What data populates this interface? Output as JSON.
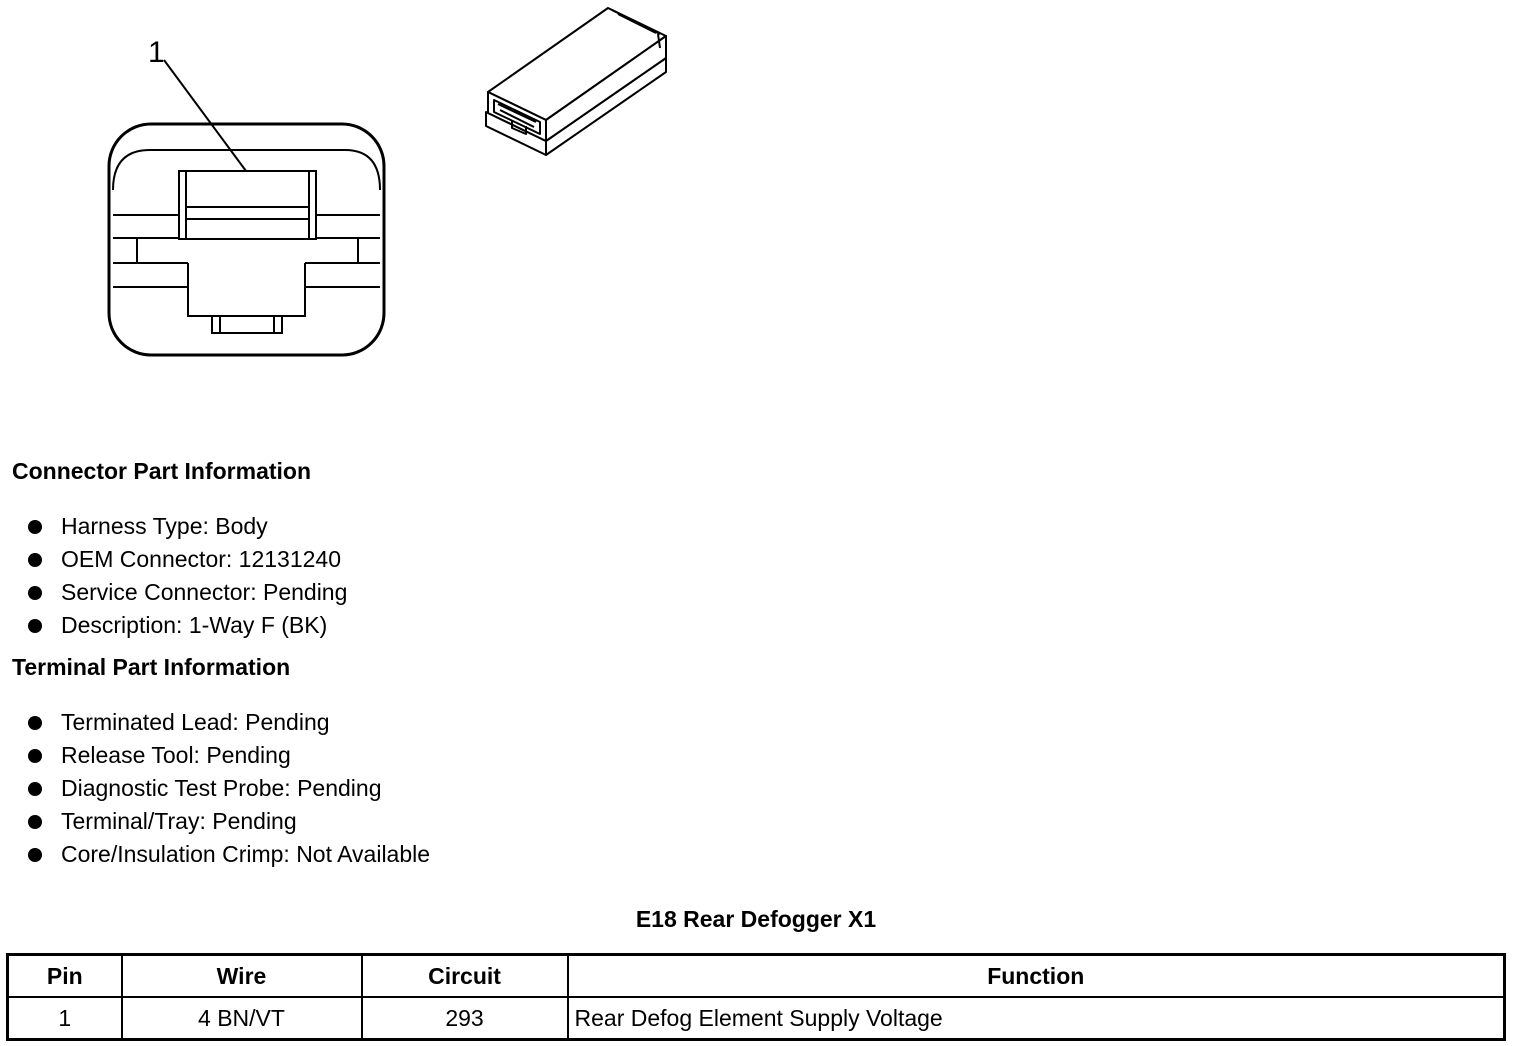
{
  "diagram": {
    "callout_label": "1"
  },
  "connector_section": {
    "title": "Connector Part Information",
    "items": [
      "Harness Type: Body",
      "OEM Connector: 12131240",
      "Service Connector: Pending",
      "Description: 1-Way F (BK)"
    ]
  },
  "terminal_section": {
    "title": "Terminal Part Information",
    "items": [
      "Terminated Lead: Pending",
      "Release Tool: Pending",
      "Diagnostic Test Probe: Pending",
      "Terminal/Tray: Pending",
      "Core/Insulation Crimp: Not Available"
    ]
  },
  "table": {
    "title": "E18 Rear Defogger X1",
    "headers": [
      "Pin",
      "Wire",
      "Circuit",
      "Function"
    ],
    "rows": [
      [
        "1",
        "4 BN/VT",
        "293",
        "Rear Defog Element Supply Voltage"
      ]
    ]
  }
}
